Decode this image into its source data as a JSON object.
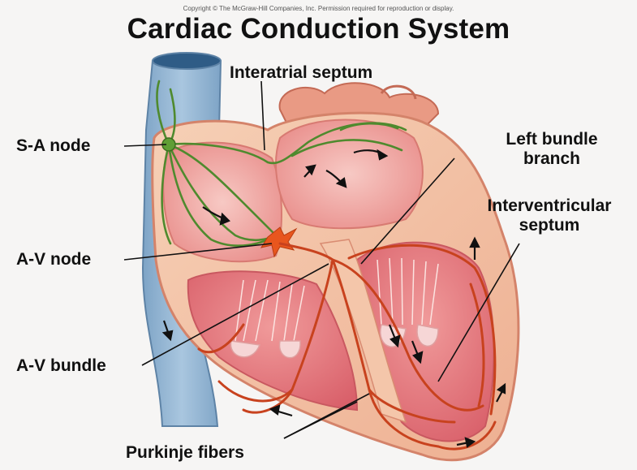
{
  "copyright": "Copyright © The McGraw-Hill Companies, Inc. Permission required for reproduction or display.",
  "title": "Cardiac Conduction System",
  "labels": {
    "sa_node": "S-A node",
    "interatrial_septum": "Interatrial septum",
    "left_bundle_branch_line1": "Left bundle",
    "left_bundle_branch_line2": "branch",
    "interventricular_septum_line1": "Interventricular",
    "interventricular_septum_line2": "septum",
    "av_node": "A-V node",
    "av_bundle": "A-V bundle",
    "purkinje_fibers": "Purkinje fibers"
  },
  "colors": {
    "vena_cava": "#8fb2d0",
    "heart_wall": "#f3c2a4",
    "heart_outer": "#e58a70",
    "chamber": "#f2a6a0",
    "chamber_deep": "#e2707a",
    "conduction_fibers": "#c8421e",
    "atrial_pathway": "#4f8a2e",
    "av_node": "#e8561e"
  }
}
